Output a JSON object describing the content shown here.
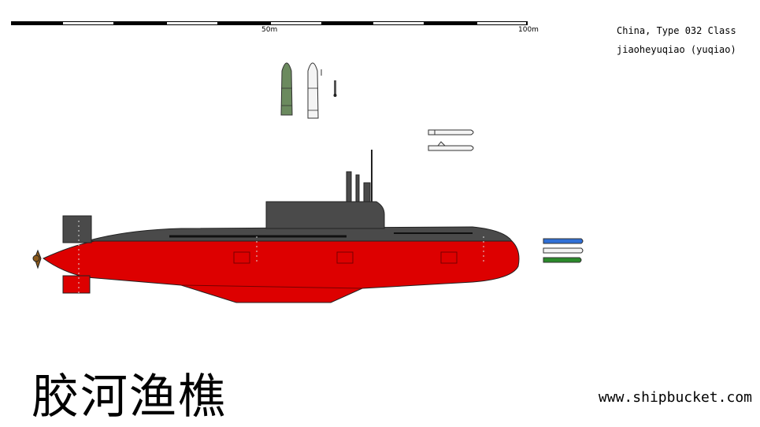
{
  "title": {
    "line1": "China, Type 032 Class",
    "line2": "jiaoheyuqiao  (yuqiao)"
  },
  "scale": {
    "mid_label": "50m",
    "end_label": "100m",
    "segments": 10
  },
  "watermark": {
    "site": "www.shipbucket.com",
    "chinese_name": "胶河渔樵"
  },
  "colors": {
    "hull_red": "#dd0000",
    "hull_grey": "#4a4a4a",
    "missile_green": "#6b8a5e",
    "accent_blue": "#2f6fd6",
    "accent_green": "#2a8a2a"
  }
}
